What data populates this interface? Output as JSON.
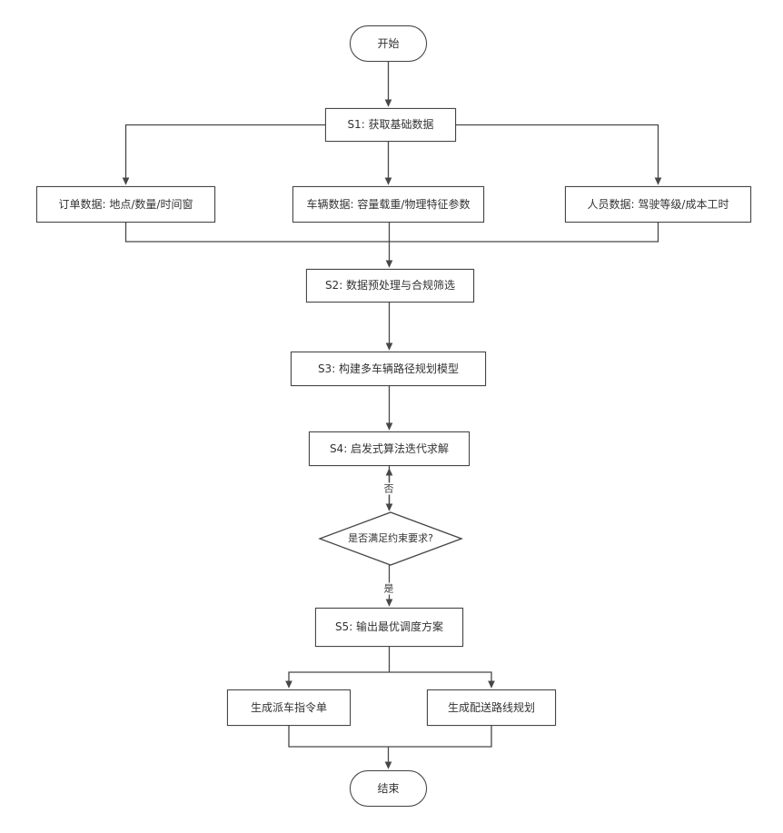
{
  "diagram": {
    "type": "flowchart",
    "nodes": {
      "start": {
        "label": "开始"
      },
      "s1": {
        "label": "S1: 获取基础数据"
      },
      "order_data": {
        "label": "订单数据: 地点/数量/时间窗"
      },
      "vehicle_data": {
        "label": "车辆数据: 容量载重/物理特征参数"
      },
      "staff_data": {
        "label": "人员数据: 驾驶等级/成本工时"
      },
      "s2": {
        "label": "S2: 数据预处理与合规筛选"
      },
      "s3": {
        "label": "S3: 构建多车辆路径规划模型"
      },
      "s4": {
        "label": "S4: 启发式算法迭代求解"
      },
      "decision": {
        "label": "是否满足约束要求?"
      },
      "s5": {
        "label": "S5: 输出最优调度方案"
      },
      "gen_dispatch": {
        "label": "生成派车指令单"
      },
      "gen_route": {
        "label": "生成配送路线规划"
      },
      "end": {
        "label": "结束"
      }
    },
    "edge_labels": {
      "no": "否",
      "yes": "是"
    },
    "colors": {
      "stroke": "#474747",
      "text": "#333333",
      "node_bg": "#ffffff",
      "canvas_bg": "#ffffff"
    }
  }
}
